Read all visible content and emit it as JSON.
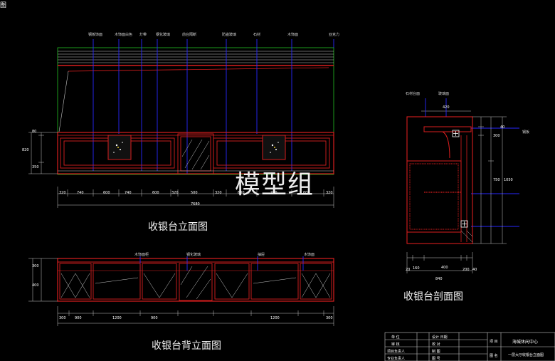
{
  "corner_label": "图",
  "watermark": "模型组",
  "titles": {
    "front": "收银台立面图",
    "back": "收银台背立面图",
    "section": "收银台剖面图"
  },
  "front_dims": {
    "segments": [
      "320",
      "740",
      "600",
      "740",
      "600",
      "320",
      "500",
      "320",
      "600",
      "740",
      "600",
      "320"
    ],
    "total": "7680",
    "left_heights": [
      "80",
      "820",
      "350"
    ]
  },
  "front_annotations": [
    "钢板饰面",
    "木饰面白色",
    "灯带",
    "钢化玻璃",
    "前台隔断",
    "防盗玻璃",
    "石材",
    "木饰面",
    "亚克力"
  ],
  "back_dims": {
    "segments": [
      "300",
      "900",
      "1200",
      "900",
      "1200",
      "300"
    ],
    "left_heights": [
      "300",
      "400"
    ]
  },
  "back_annotations": [
    "木饰面柜",
    "钢化玻璃",
    "抽屉",
    "木饰面"
  ],
  "section_dims": {
    "top": "420",
    "right": [
      "40",
      "300",
      "750",
      "1050"
    ],
    "bottom": [
      "20",
      "160",
      "400",
      "200",
      "40"
    ],
    "bottom_total": "840"
  },
  "section_annotations": [
    "石材台面",
    "玻璃面",
    "钢板"
  ],
  "title_block": {
    "rows": [
      {
        "k1": "单 位",
        "k2": "设计 日期"
      },
      {
        "k1": "审 核",
        "k2": "校 对"
      },
      {
        "k1": "项目负责人",
        "k2": "制 图"
      },
      {
        "k1": "专业负责人",
        "k2": "图 号"
      }
    ],
    "project_key": "项 目",
    "project_val": "海城休闲中心",
    "drawing_key": "图 名",
    "drawing_val": "一层大厅收银台立面图"
  },
  "colors": {
    "bg": "#000000",
    "red": "#d81e1e",
    "blue": "#2828ff",
    "green": "#22c022",
    "white": "#ffffff",
    "gray": "#bfbfbf"
  }
}
